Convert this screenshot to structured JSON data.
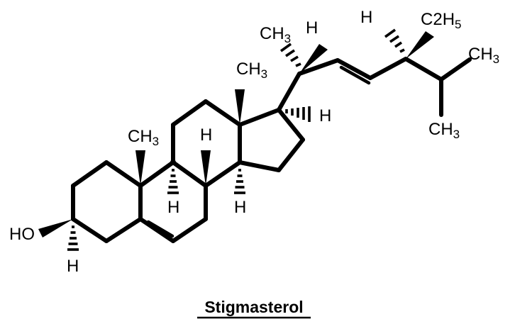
{
  "compound_name": "Stigmasterol",
  "labels": {
    "hydroxyl": "HO",
    "methyl": "CH",
    "methyl_subscript": "3",
    "ethyl_prefix": "C",
    "ethyl_sub1": "2",
    "ethyl_h": "H",
    "ethyl_sub2": "5",
    "hydrogen": "H"
  }
}
